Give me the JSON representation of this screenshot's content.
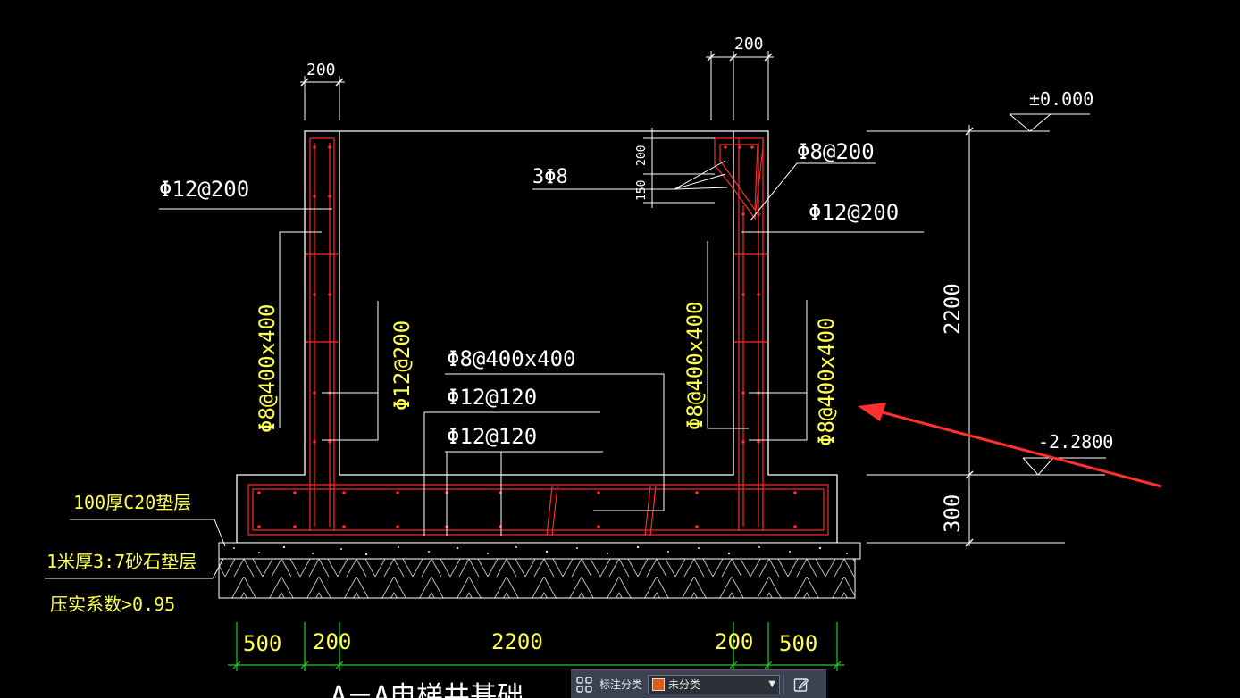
{
  "drawing": {
    "title_fragment": "A－A电梯井基础",
    "colors": {
      "background": "#000000",
      "outline": "#ffffff",
      "rebar": "#ff2a2a",
      "dimension": "#22cc22",
      "text": "#ffff4c"
    },
    "dims": {
      "top_left_200": "200",
      "top_right_200": "200",
      "right_2200": "2200",
      "right_300": "300",
      "notch_200": "200",
      "notch_150": "150",
      "bottom": [
        "500",
        "200",
        "2200",
        "200",
        "500"
      ]
    },
    "levels": {
      "top": "±0.000",
      "bottom": "-2.2800"
    },
    "rebar_labels": {
      "left_top": "Φ12@200",
      "left_vert_outer": "Φ8@400x400",
      "left_vert_inner": "Φ12@200",
      "slab_tie": "Φ8@400x400",
      "slab_top": "Φ12@120",
      "slab_bottom": "Φ12@120",
      "notch_bars": "3Φ8",
      "notch_tie": "Φ8@200",
      "right_top": "Φ12@200",
      "right_vert_inner": "Φ8@400x400",
      "right_vert_outer": "Φ8@400x400"
    },
    "layer_labels": {
      "cushion": "100厚C20垫层",
      "gravel": "1米厚3:7砂石垫层",
      "compaction": "压实系数>0.95"
    }
  },
  "toolbar": {
    "grid_icon": "grid-icon",
    "category_label": "标注分类",
    "category_value": "未分类",
    "category_color": "#e25a12",
    "edit_icon": "edit-icon"
  }
}
